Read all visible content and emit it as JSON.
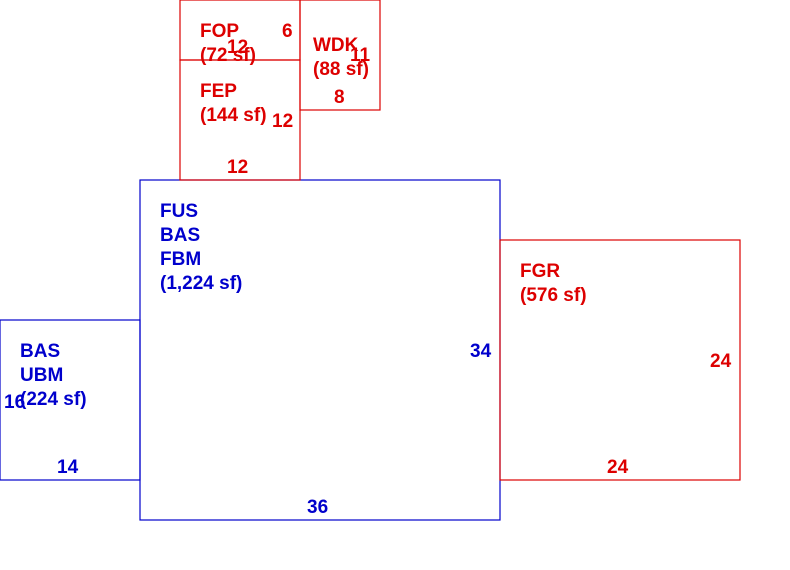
{
  "colors": {
    "blue": "#0000cc",
    "red": "#dd0000"
  },
  "areas": {
    "fus": {
      "lines": [
        "FUS",
        "BAS",
        "FBM",
        "(1,224 sf)"
      ],
      "dims": [
        "34",
        "36"
      ]
    },
    "bas": {
      "lines": [
        "BAS",
        "UBM",
        "(224 sf)"
      ],
      "dims": [
        "16",
        "14"
      ]
    },
    "fgr": {
      "lines": [
        "FGR",
        "(576 sf)"
      ],
      "dims": [
        "24",
        "24"
      ]
    },
    "fop": {
      "lines": [
        "FOP",
        "(72 sf)"
      ],
      "dims": [
        "12",
        "6"
      ]
    },
    "fep": {
      "lines": [
        "FEP",
        "(144 sf)"
      ],
      "dims": [
        "12",
        "12"
      ]
    },
    "wdk": {
      "lines": [
        "WDK",
        "(88 sf)"
      ],
      "dims": [
        "11",
        "8"
      ]
    }
  }
}
